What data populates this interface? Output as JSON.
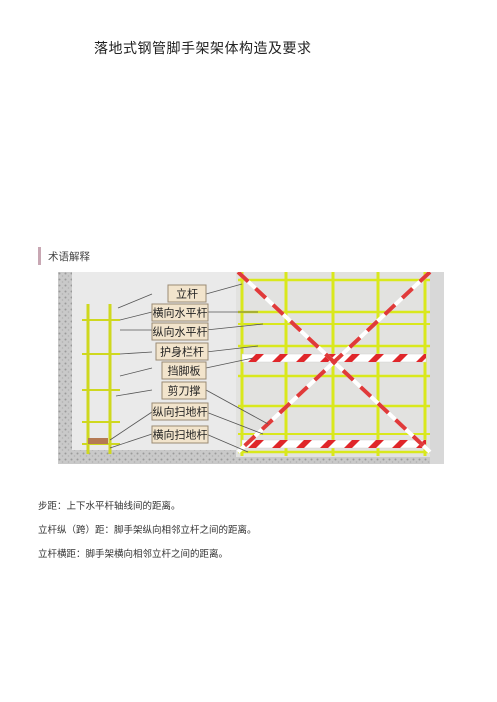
{
  "document": {
    "title": "落地式钢管脚手架架体构造及要求"
  },
  "section": {
    "label": "术语解释"
  },
  "figure": {
    "labels": [
      "立杆",
      "横向水平杆",
      "纵向水平杆",
      "护身栏杆",
      "挡脚板",
      "剪刀撑",
      "纵向扫地杆",
      "横向扫地杆"
    ],
    "colors": {
      "pipe": "#d9e81c",
      "label_bg": "#f2e4cc",
      "label_border": "#9b8b74",
      "red_stripe": "#e0262a",
      "cross_red": "#e03a3a",
      "cross_white": "#ffffff"
    }
  },
  "definitions": [
    "步距：上下水平杆轴线间的距离。",
    "立杆纵（跨）距：脚手架纵向相邻立杆之间的距离。",
    "立杆横距：脚手架横向相邻立杆之间的距离。"
  ]
}
